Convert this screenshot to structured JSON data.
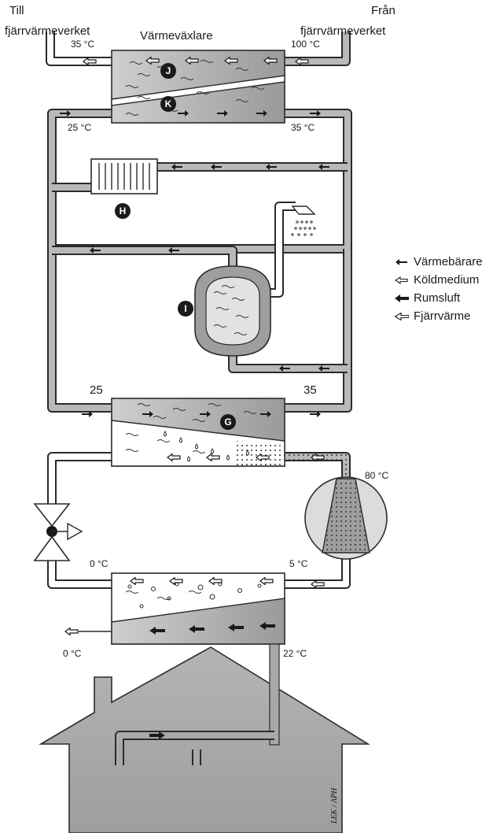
{
  "labels": {
    "till_line1": "Till",
    "till_line2": "fjärrvärmeverket",
    "fran_line1": "Från",
    "fran_line2": "fjärrvärmeverket",
    "heat_exchanger": "Värmeväxlare"
  },
  "temperatures": {
    "t_top_left": "35 °C",
    "t_top_right": "100 °C",
    "t_k_left": "25 °C",
    "t_k_right": "35 °C",
    "t_g_left": "25",
    "t_g_right": "35",
    "t_compressor": "80 °C",
    "t_evap_left": "0 °C",
    "t_evap_right": "5 °C",
    "t_exhaust": "0 °C",
    "t_room": "22 °C"
  },
  "badges": {
    "j": "J",
    "k": "K",
    "h": "H",
    "i": "I",
    "g": "G"
  },
  "legend": [
    {
      "label": "Värmebärare",
      "icon": "small-black-arrow-icon"
    },
    {
      "label": "Köldmedium",
      "icon": "hollow-arrow-icon"
    },
    {
      "label": "Rumsluft",
      "icon": "large-black-arrow-icon"
    },
    {
      "label": "Fjärrvärme",
      "icon": "hollow-wide-arrow-icon"
    }
  ],
  "credit": "LEK / APH",
  "colors": {
    "pipe_outline": "#2b2b2b",
    "pipe_fill": "#b9b9b9",
    "house": "#a9a9a9",
    "box_fill": "#cfcfcf"
  }
}
